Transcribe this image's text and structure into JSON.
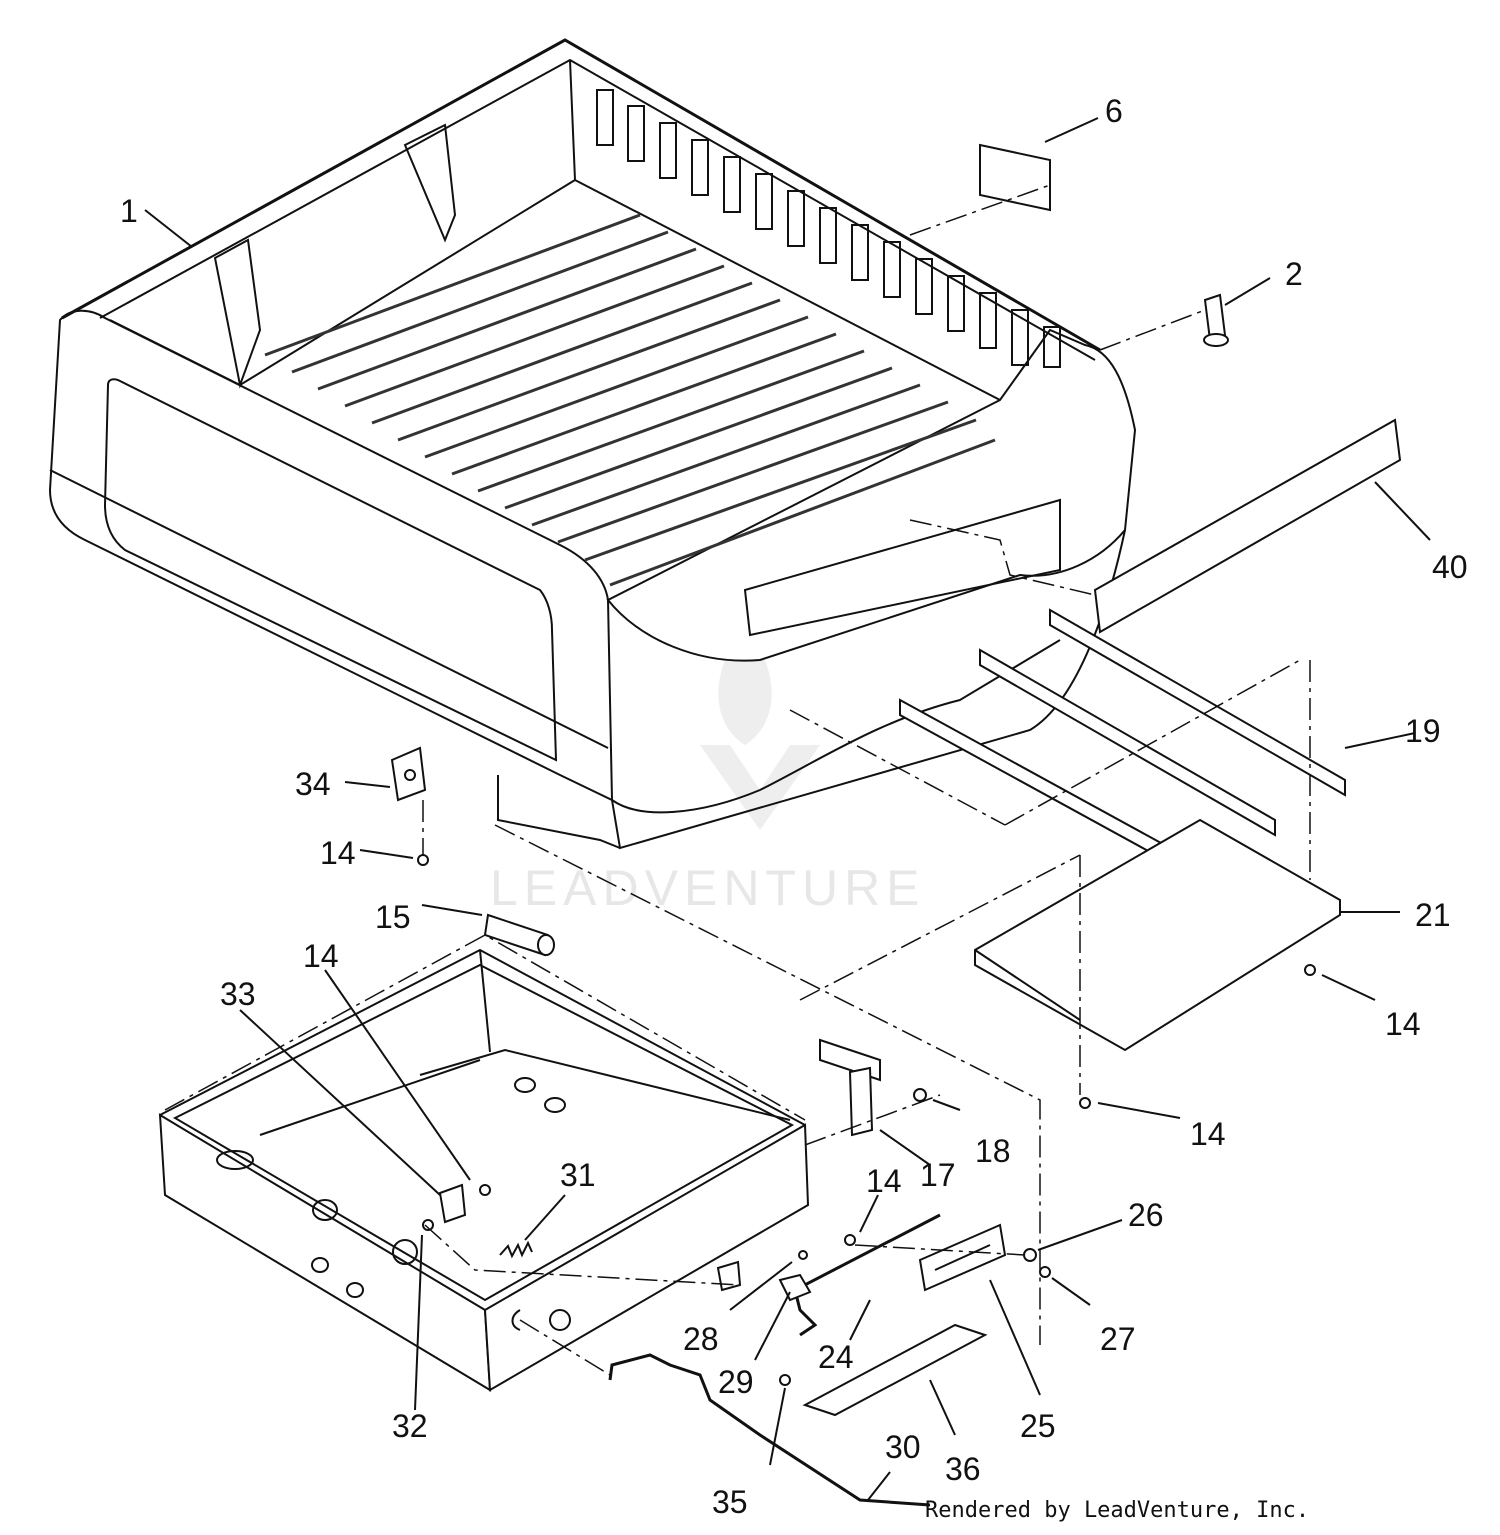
{
  "callouts": {
    "c1": "1",
    "c2": "2",
    "c6": "6",
    "c40": "40",
    "c19": "19",
    "c21": "21",
    "c14a": "14",
    "c14b": "14",
    "c14c": "14",
    "c14d": "14",
    "c14e": "14",
    "c34": "34",
    "c15": "15",
    "c33": "33",
    "c31": "31",
    "c32": "32",
    "c17": "17",
    "c18": "18",
    "c26": "26",
    "c27": "27",
    "c25": "25",
    "c24": "24",
    "c28": "28",
    "c29": "29",
    "c35": "35",
    "c36": "36",
    "c30": "30"
  },
  "credit": "Rendered by LeadVenture, Inc.",
  "watermark": "LEADVENTURE"
}
